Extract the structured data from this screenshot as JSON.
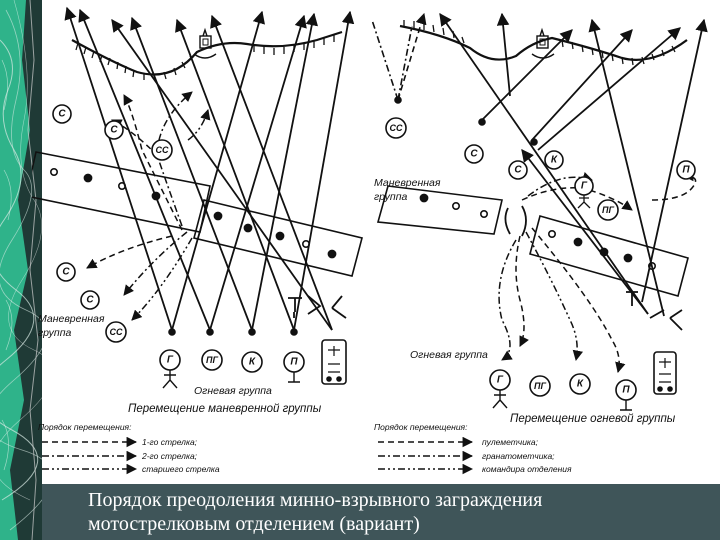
{
  "caption": {
    "line1": "Порядок преодоления минно-взрывного заграждения",
    "line2": "мотострелковым отделением (вариант)"
  },
  "left_panel": {
    "maneuver_group_label_1": "Маневренная",
    "maneuver_group_label_2": "группа",
    "fire_group_label": "Огневая группа",
    "subtitle": "Перемещение маневренной группы",
    "legend_title": "Порядок перемещения:",
    "legend": [
      "1-го стрелка;",
      "2-го стрелка;",
      "старшего стрелка"
    ],
    "soldier_symbols": [
      "С",
      "С",
      "СС",
      "С",
      "С",
      "СС"
    ],
    "fire_symbols": [
      "Г",
      "ПГ",
      "К",
      "П"
    ]
  },
  "right_panel": {
    "maneuver_group_label_1": "Маневренная",
    "maneuver_group_label_2": "группа",
    "fire_group_label": "Огневая группа",
    "subtitle": "Перемещение огневой группы",
    "legend_title": "Порядок перемещения:",
    "legend": [
      "пулеметчика;",
      "гранатометчика;",
      "командира отделения"
    ],
    "soldier_symbols": [
      "СС",
      "С",
      "С",
      "К",
      "Г",
      "ПГ",
      "П"
    ],
    "fire_symbols": [
      "Г",
      "ПГ",
      "К",
      "П"
    ]
  },
  "colors": {
    "caption_bg": "#3f5559",
    "caption_text": "#ffffff",
    "line": "#111111",
    "strip_green": "#2fb38a",
    "strip_dark": "#1f3a36"
  }
}
